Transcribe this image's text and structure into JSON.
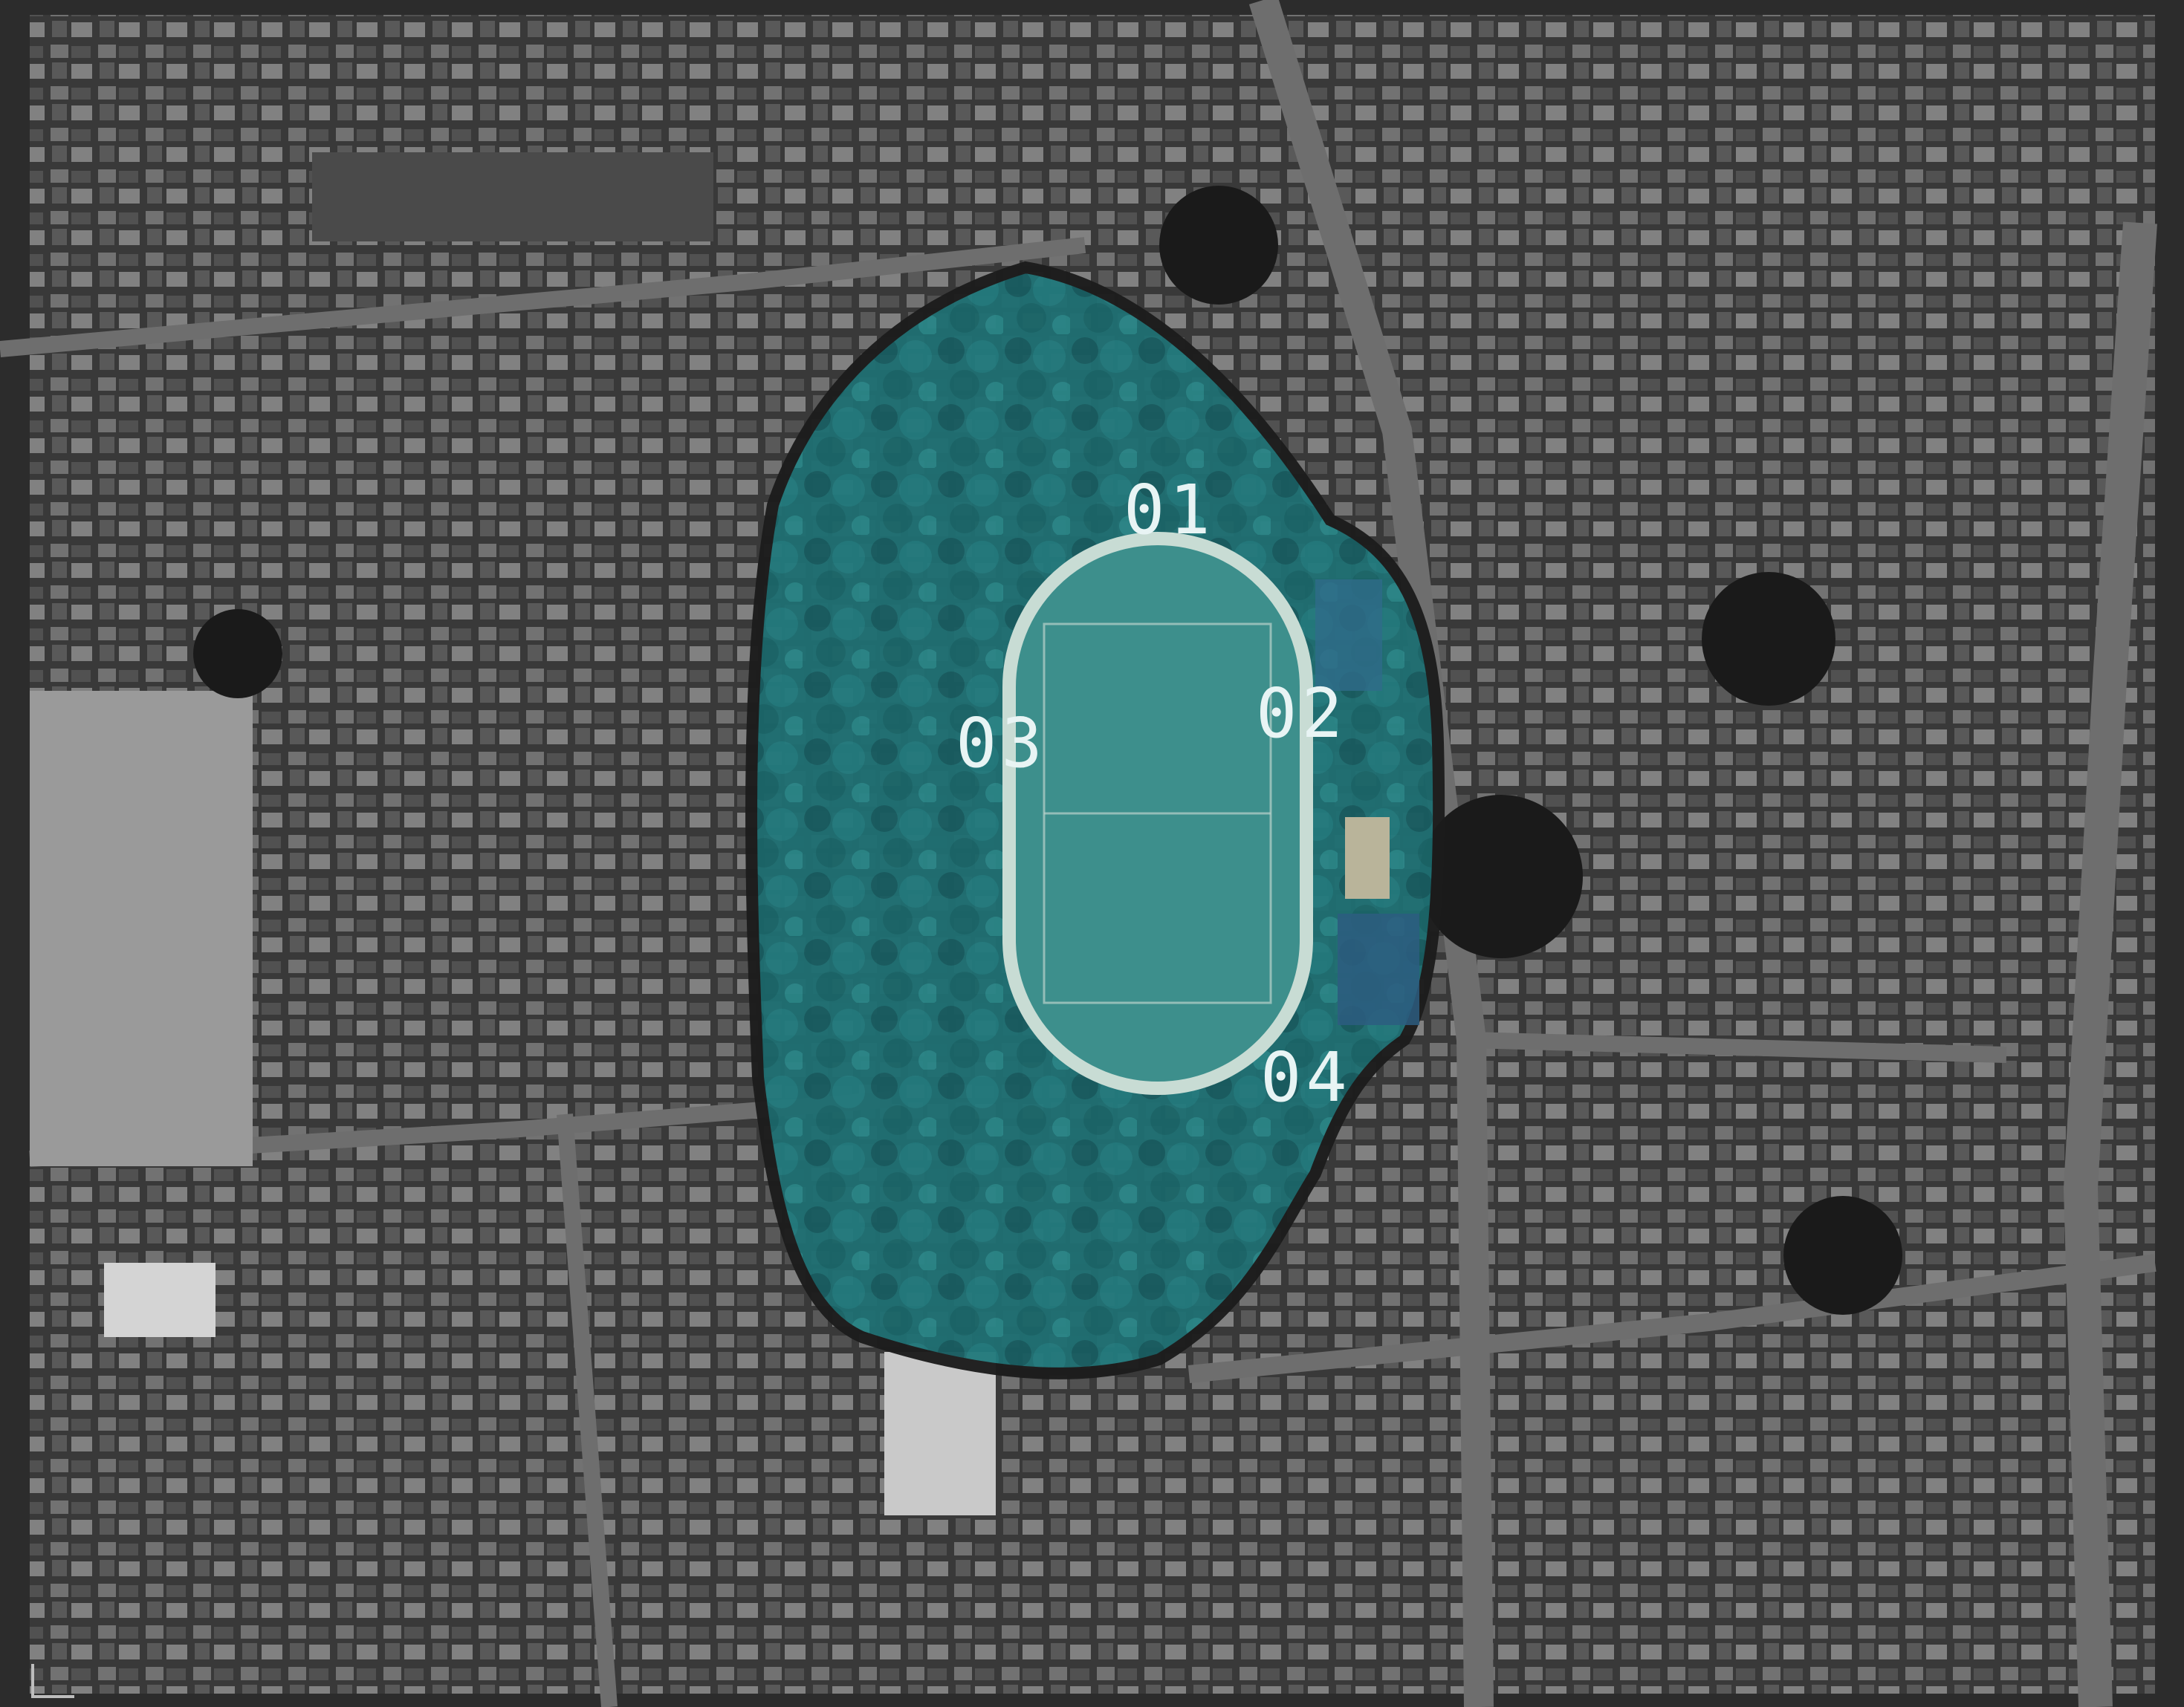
{
  "map": {
    "view": "aerial-satellite-grayscale",
    "highlight_color": "#1f7a80",
    "outline_color": "#1c1c1c",
    "zones": [
      {
        "label": "01"
      },
      {
        "label": "02"
      },
      {
        "label": "03"
      },
      {
        "label": "04"
      }
    ]
  }
}
